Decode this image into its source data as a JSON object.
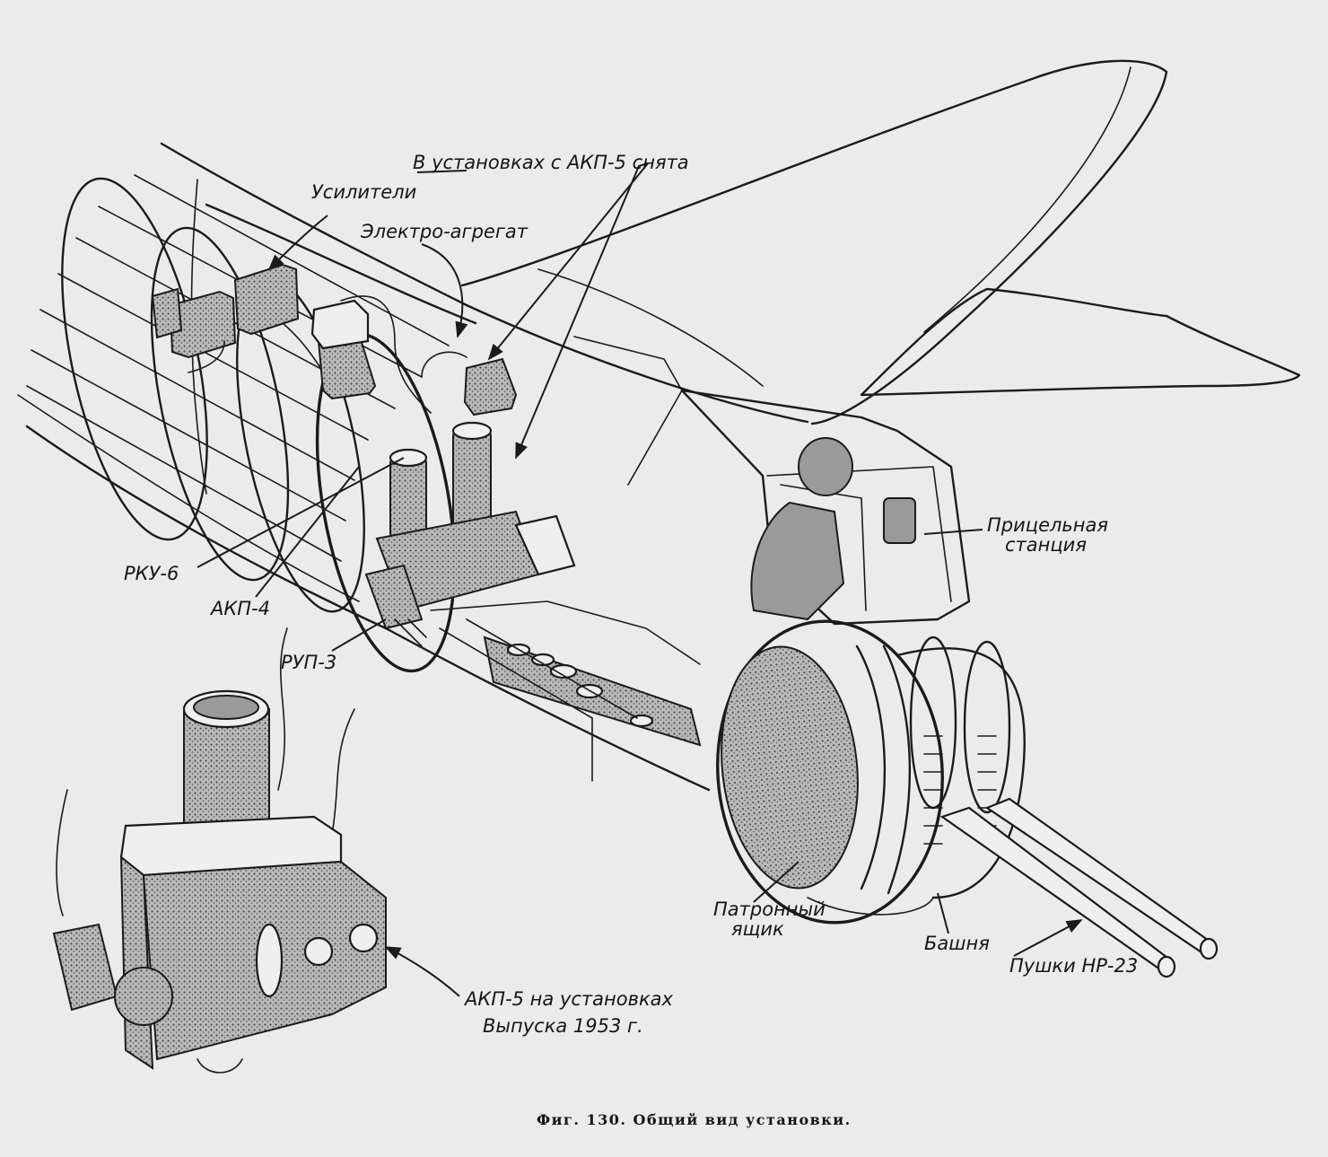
{
  "caption": "Фиг. 130. Общий вид установки.",
  "labels": {
    "akp5_removed": "В установках с АКП-5 снята",
    "amplifiers": "Усилители",
    "electro_unit": "Электро-агрегат",
    "sight_station_1": "Прицельная",
    "sight_station_2": "станция",
    "rku6": "РКУ-6",
    "akp4": "АКП-4",
    "rup3": "РУП-3",
    "ammo_box_1": "Патронный",
    "ammo_box_2": "ящик",
    "turret": "Башня",
    "guns": "Пушки НР-23",
    "akp5_1953_1": "АКП-5 на установках",
    "akp5_1953_2": "Выпуска 1953 г."
  },
  "colors": {
    "ink": "#1b1b1b",
    "paper": "#ebebeb",
    "stipple": "#9a9a9a"
  }
}
